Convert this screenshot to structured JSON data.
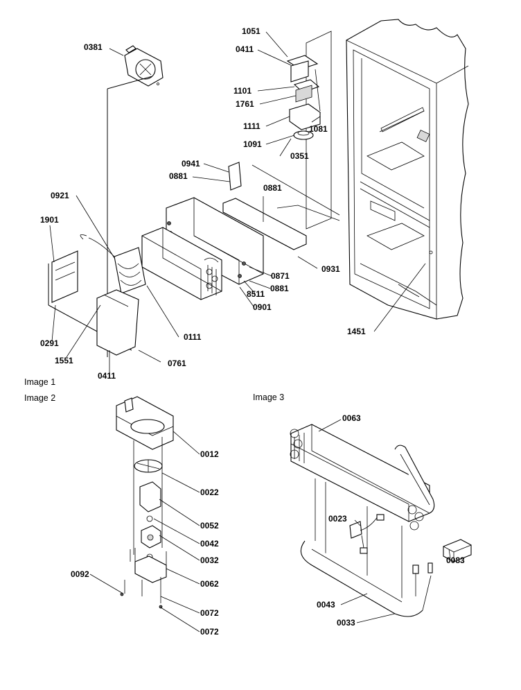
{
  "captions": {
    "image1": "Image 1",
    "image2": "Image 2",
    "image3": "Image 3"
  },
  "image1_labels": [
    "0381",
    "1051",
    "0411",
    "1101",
    "1761",
    "1111",
    "1091",
    "1081",
    "0351",
    "0941",
    "0881",
    "0921",
    "0881",
    "1901",
    "0871",
    "8511",
    "0881",
    "0901",
    "0931",
    "0291",
    "1551",
    "0411",
    "0111",
    "0761",
    "1451"
  ],
  "image2_labels": [
    "0012",
    "0022",
    "0052",
    "0042",
    "0032",
    "0092",
    "0062",
    "0072",
    "0072"
  ],
  "image3_labels": [
    "0063",
    "0023",
    "0083",
    "0043",
    "0033"
  ]
}
